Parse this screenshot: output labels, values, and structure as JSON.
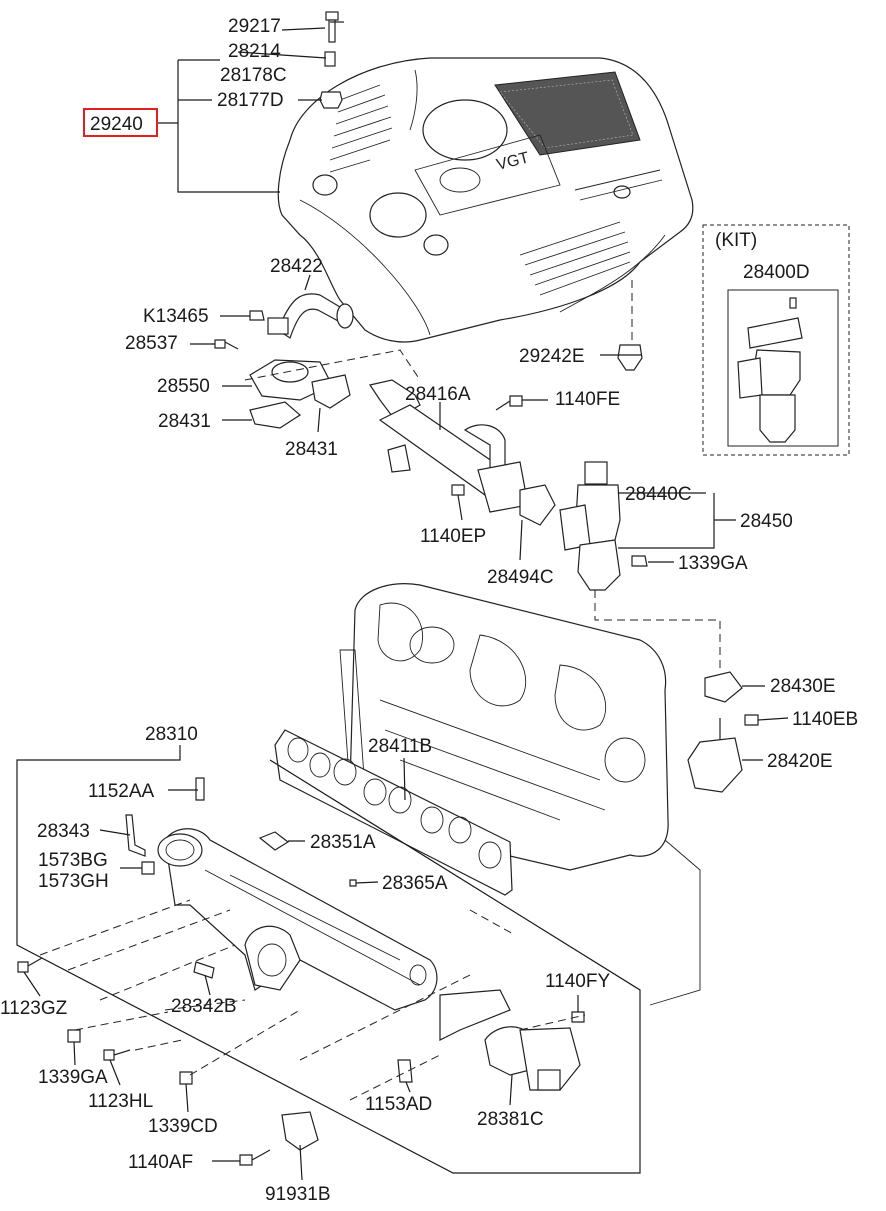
{
  "labels": {
    "p29217": "29217",
    "p28214": "28214",
    "p28178C": "28178C",
    "p28177D": "28177D",
    "p29240": "29240",
    "p28422": "28422",
    "pK13465": "K13465",
    "p28537": "28537",
    "p28550": "28550",
    "p28431a": "28431",
    "p28431b": "28431",
    "p28416A": "28416A",
    "p1140FE": "1140FE",
    "p29242E": "29242E",
    "kit": "(KIT)",
    "p28400D": "28400D",
    "p28440C": "28440C",
    "p28450": "28450",
    "p1140EP": "1140EP",
    "p28494C": "28494C",
    "p1339GA_top": "1339GA",
    "p28430E": "28430E",
    "p1140EB": "1140EB",
    "p28420E": "28420E",
    "p28310": "28310",
    "p28411B": "28411B",
    "p1152AA": "1152AA",
    "p28343": "28343",
    "p28351A": "28351A",
    "p1573BG": "1573BG",
    "p1573GH": "1573GH",
    "p28365A": "28365A",
    "p1123GZ": "1123GZ",
    "p28342B": "28342B",
    "p1140FY": "1140FY",
    "p1339GA_bot": "1339GA",
    "p1123HL": "1123HL",
    "p1339CD": "1339CD",
    "p1153AD": "1153AD",
    "p28381C": "28381C",
    "p1140AF": "1140AF",
    "p91931B": "91931B"
  },
  "highlight_color": "#e02020",
  "line_color": "#1a1a1a"
}
